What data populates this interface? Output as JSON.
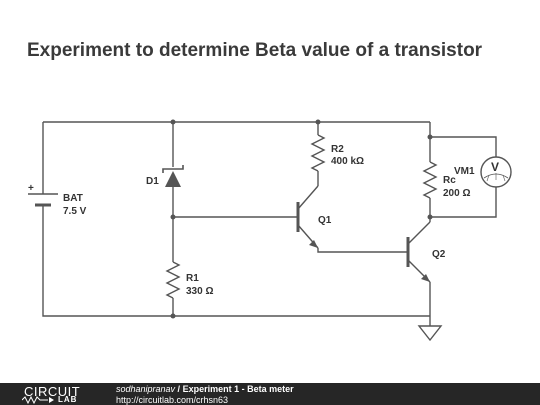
{
  "title": "Experiment to determine Beta value of a transistor",
  "components": {
    "battery": {
      "name": "BAT",
      "value": "7.5 V",
      "plus": "+"
    },
    "d1": {
      "name": "D1"
    },
    "r1": {
      "name": "R1",
      "value": "330 Ω"
    },
    "r2": {
      "name": "R2",
      "value": "400 kΩ"
    },
    "rc": {
      "name": "Rc",
      "value": "200 Ω"
    },
    "q1": {
      "name": "Q1"
    },
    "q2": {
      "name": "Q2"
    },
    "vm1": {
      "name": "VM1",
      "symbol": "V"
    }
  },
  "footer": {
    "logo_top": "CIRCUIT",
    "logo_bottom": "LAB",
    "author": "sodhanipranav",
    "separator": " / ",
    "project": "Experiment 1 - Beta meter",
    "url": "http://circuitlab.com/crhsn63"
  }
}
